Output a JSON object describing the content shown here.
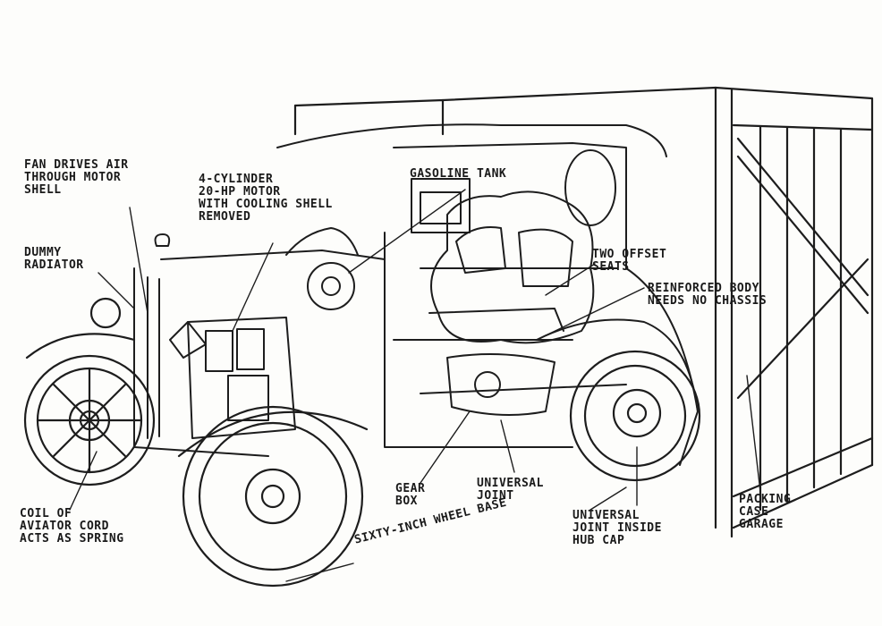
{
  "labels": {
    "fan": [
      "FAN DRIVES AIR",
      "THROUGH MOTOR",
      "SHELL"
    ],
    "motor": [
      "4-CYLINDER",
      "20-HP MOTOR",
      "WITH COOLING SHELL",
      "REMOVED"
    ],
    "tank": [
      "GASOLINE TANK"
    ],
    "dummy": [
      "DUMMY",
      "RADIATOR"
    ],
    "seats": [
      "TWO OFFSET",
      "SEATS"
    ],
    "body": [
      "REINFORCED BODY",
      "NEEDS NO CHASSIS"
    ],
    "coil": [
      "COIL OF",
      "AVIATOR CORD",
      "ACTS AS SPRING"
    ],
    "gear": [
      "GEAR",
      "BOX"
    ],
    "universal": [
      "UNIVERSAL",
      "JOINT"
    ],
    "hubjoint": [
      "UNIVERSAL",
      "JOINT INSIDE",
      "HUB CAP"
    ],
    "packing": [
      "PACKING",
      "CASE",
      "GARAGE"
    ],
    "wheelbase": "SIXTY-INCH WHEEL BASE"
  }
}
